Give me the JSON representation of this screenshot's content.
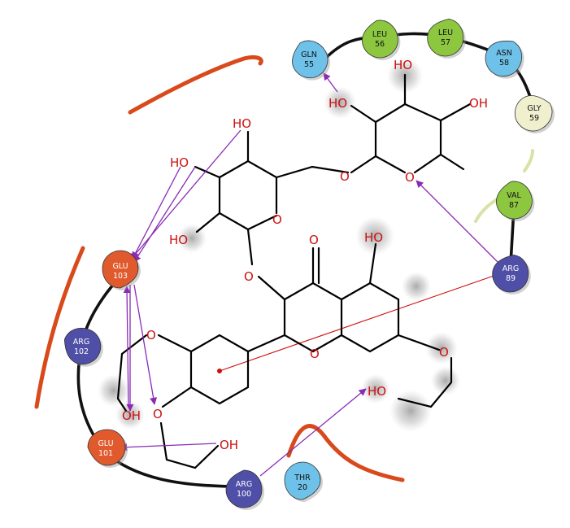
{
  "colors": {
    "acidic": "#e05a2e",
    "basic": "#4f4fa8",
    "polar": "#6ec1e8",
    "hydrophobic": "#8dc63f",
    "glycine": "#f0f0cf",
    "hbond": "#8a2bb5",
    "pi_cation": "#cc1111",
    "solvent_exposure": "#d84a1b",
    "atom_label": "#cc1111"
  },
  "residues": [
    {
      "id": "gln55",
      "name": "GLN",
      "num": "55",
      "type": "polar"
    },
    {
      "id": "leu56",
      "name": "LEU",
      "num": "56",
      "type": "hydrophobic"
    },
    {
      "id": "leu57",
      "name": "LEU",
      "num": "57",
      "type": "hydrophobic"
    },
    {
      "id": "asn58",
      "name": "ASN",
      "num": "58",
      "type": "polar"
    },
    {
      "id": "gly59",
      "name": "GLY",
      "num": "59",
      "type": "glycine"
    },
    {
      "id": "val87",
      "name": "VAL",
      "num": "87",
      "type": "hydrophobic"
    },
    {
      "id": "arg89",
      "name": "ARG",
      "num": "89",
      "type": "basic"
    },
    {
      "id": "glu103",
      "name": "GLU",
      "num": "103",
      "type": "acidic"
    },
    {
      "id": "arg102",
      "name": "ARG",
      "num": "102",
      "type": "basic"
    },
    {
      "id": "glu101",
      "name": "GLU",
      "num": "101",
      "type": "acidic"
    },
    {
      "id": "arg100",
      "name": "ARG",
      "num": "100",
      "type": "basic"
    },
    {
      "id": "thr20",
      "name": "THR",
      "num": "20",
      "type": "polar"
    }
  ],
  "atom_labels": {
    "ho_glc_top": "HO",
    "ho_glc_mid": "HO",
    "ho_glc_low": "HO",
    "ho_rha_left": "HO",
    "ho_rha_top": "HO",
    "oh_rha_right": "OH",
    "o_link_sugars": "O",
    "o_ring_rha": "O",
    "o_ring_glc": "O",
    "o_glycosidic": "O",
    "o_carbonyl": "O",
    "ho_phenol": "HO",
    "o_ring_c": "O",
    "o_ether_7": "O",
    "ho_hydroxyethyl_7": "HO",
    "o_ether_3p": "O",
    "oh_hydroxyethyl_3p": "OH",
    "o_ether_4p": "O",
    "oh_hydroxyethyl_4p": "OH"
  }
}
